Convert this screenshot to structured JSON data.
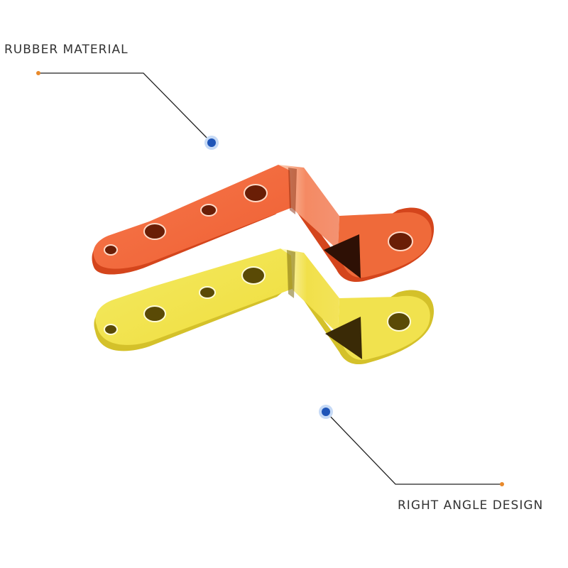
{
  "callouts": {
    "top_label": "RUBBER MATERIAL",
    "bottom_label": "RIGHT ANGLE DESIGN"
  },
  "colors": {
    "leader_line": "#222222",
    "end_dot": "#e8892b",
    "marker_dot": "#1f55b8",
    "marker_halo": "#b9d0f2",
    "bracket_orange": "#f0673d",
    "bracket_yellow": "#f2e34c"
  },
  "products": [
    {
      "name": "orange-bracket"
    },
    {
      "name": "yellow-bracket"
    }
  ]
}
